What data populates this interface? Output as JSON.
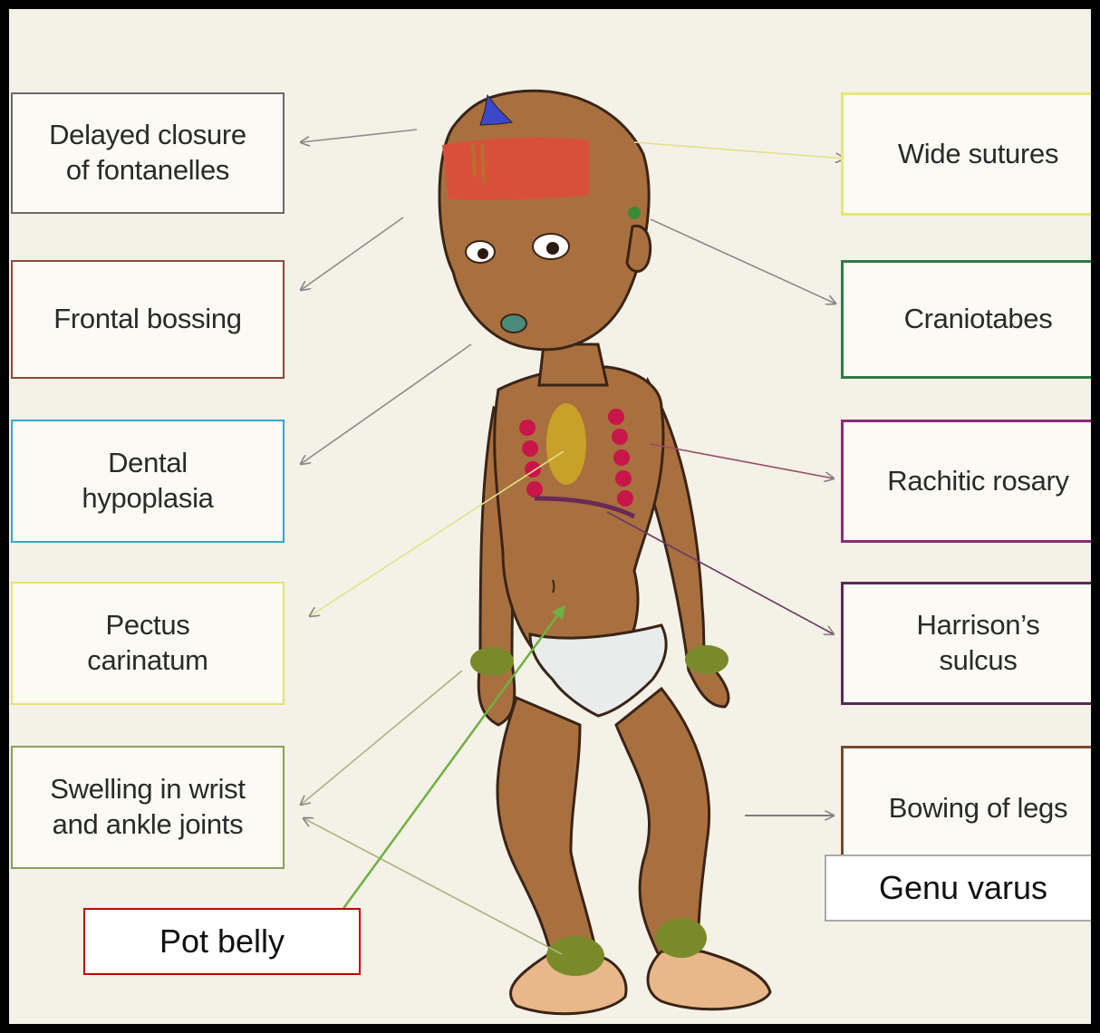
{
  "labels": {
    "left": [
      {
        "text": "Delayed closure\nof fontanelles",
        "color": "#6b6b6b"
      },
      {
        "text": "Frontal bossing",
        "color": "#8a4a3e"
      },
      {
        "text": "Dental\nhypoplasia",
        "color": "#3aa6c8"
      },
      {
        "text": "Pectus\ncarinatum",
        "color": "#e4e27a"
      },
      {
        "text": "Swelling in wrist\nand ankle joints",
        "color": "#8aa05a"
      }
    ],
    "right": [
      {
        "text": "Wide sutures",
        "color": "#e6e67a"
      },
      {
        "text": "Craniotabes",
        "color": "#2f7a4a"
      },
      {
        "text": "Rachitic rosary",
        "color": "#8a2c7a"
      },
      {
        "text": "Harrison’s\nsulcus",
        "color": "#5a2a55"
      },
      {
        "text": "Bowing of legs",
        "color": "#7a4a2a"
      }
    ]
  },
  "callouts": {
    "pot_belly": {
      "text": "Pot belly",
      "border_color": "#c00000",
      "arrow_color": "#70b040"
    },
    "genu_varus": {
      "text": "Genu varus",
      "border_color": "#aaaaaa"
    }
  },
  "colors": {
    "skin": "#a9703f",
    "outline": "#3a2416",
    "frontal": "#d9503a",
    "fontanelle": "#3b48c9",
    "rosary": "#c8154a",
    "sternum": "#c9a02a",
    "joints": "#7a8a2a",
    "diaper": "#e8ecea"
  }
}
